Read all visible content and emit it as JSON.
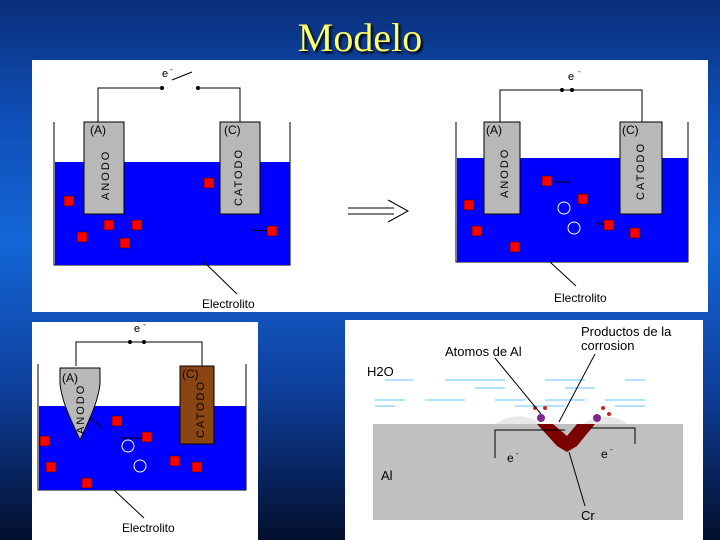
{
  "title": "Modelo",
  "panel1": {
    "anode_label": "(A)",
    "anode_text": "ANODO",
    "cathode_label": "(C)",
    "cathode_text": "CATODO",
    "electron": "e",
    "electrolyte": "Electrolito"
  },
  "panel2": {
    "anode_label": "(A)",
    "anode_text": "ANODO",
    "cathode_label": "(C)",
    "cathode_text": "CATODO",
    "electron": "e",
    "electrolyte": "Electrolito"
  },
  "panel3": {
    "anode_label": "(A)",
    "anode_text": "ANODO",
    "cathode_label": "(C)",
    "cathode_text": "CATODO",
    "electron": "e",
    "electrolyte": "Electrolito"
  },
  "panel4": {
    "water": "H2O",
    "atoms": "Atomos de Al",
    "products": "Productos de la corrosion",
    "metal": "Al",
    "electron_left": "e",
    "electron_right": "e",
    "chromium": "Cr"
  },
  "colors": {
    "electrolyte": "#0000ff",
    "electrode_gray": "#b8b8b8",
    "cathode_brown": "#8b4513",
    "ion_red": "#ff0000",
    "metal_gray": "#c0c0c0",
    "corrosion_product": "#7a0000"
  }
}
